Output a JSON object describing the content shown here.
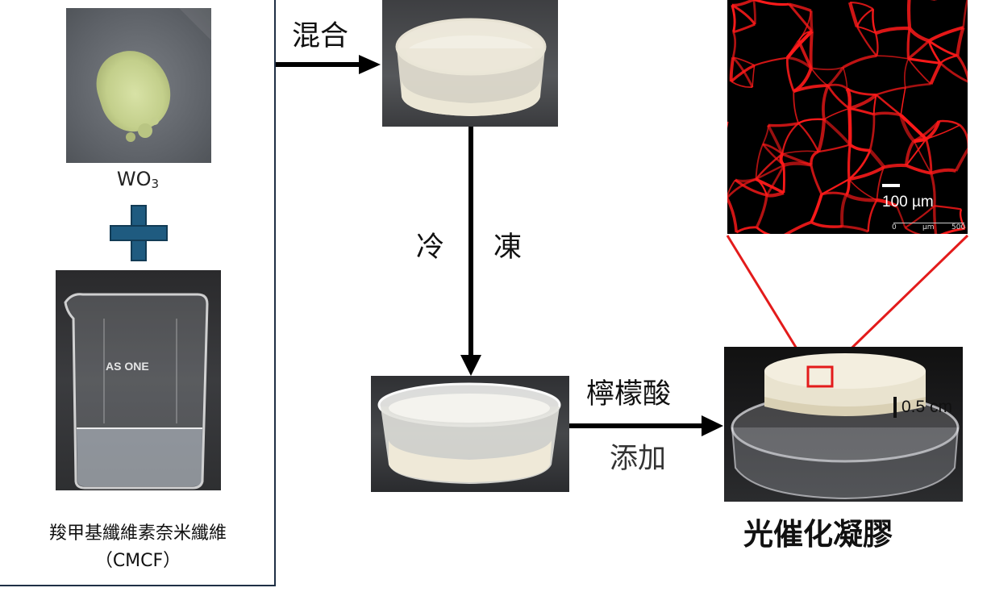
{
  "left": {
    "wo3_prefix": "WO",
    "wo3_sub": "3",
    "cmcf_name": "羧甲基纖維素奈米纖維",
    "cmcf_abbr": "（CMCF）"
  },
  "steps": {
    "mix": "混合",
    "freeze_1": "冷",
    "freeze_2": "凍",
    "citric": "檸檬酸",
    "add": "添加"
  },
  "gel": {
    "title": "光催化凝膠",
    "thickness": "0.5 cm"
  },
  "micrograph": {
    "scale_bar": "100 µm",
    "ruler_start": "0",
    "ruler_unit": "µm",
    "ruler_end": "500"
  },
  "beaker_brand": "AS ONE",
  "colors": {
    "arrow": "#000000",
    "plus": "#1f5b80",
    "panel_border": "#1f2f45",
    "callout": "#e31b1b",
    "micro_network": "#ff1a1a"
  }
}
